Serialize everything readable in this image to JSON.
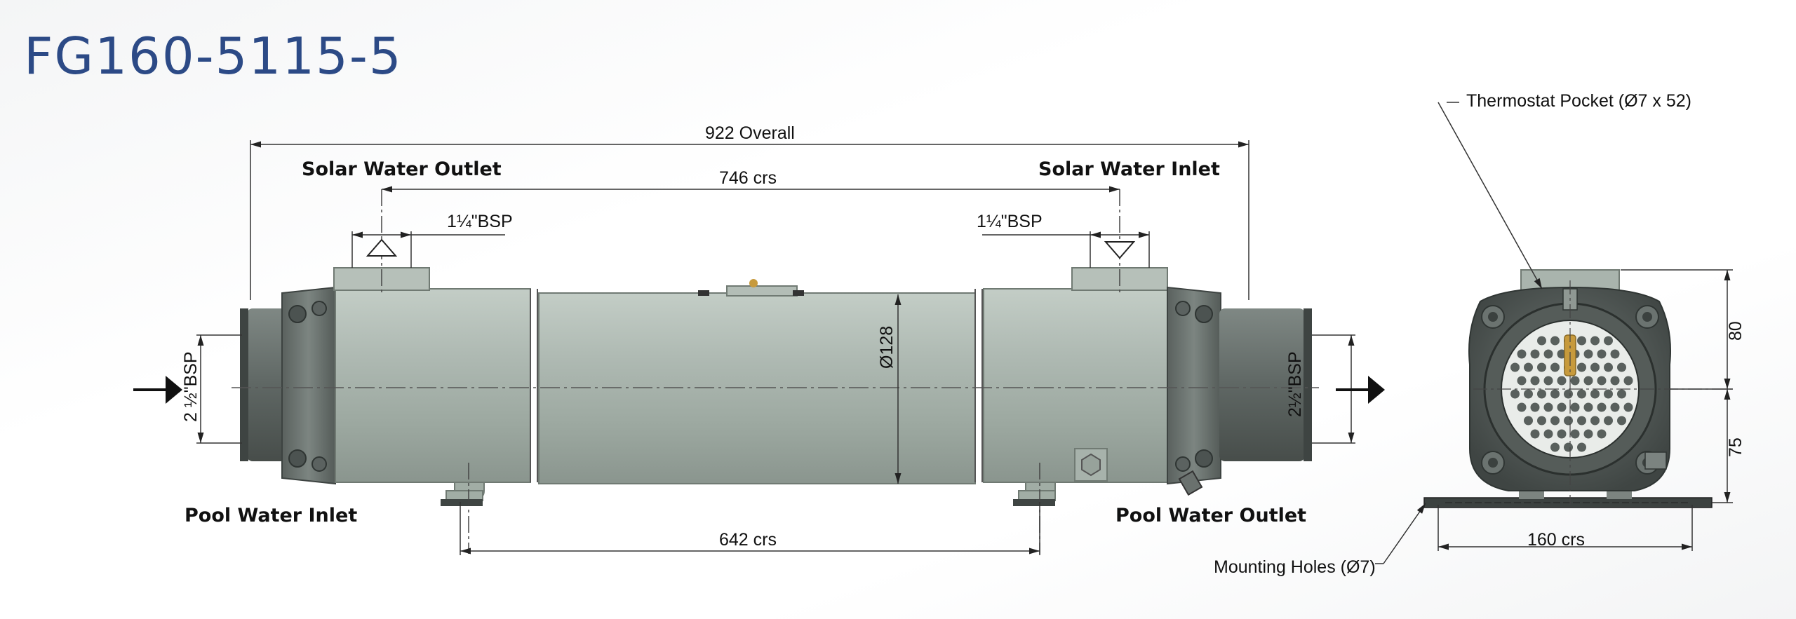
{
  "title": "FG160-5115-5",
  "labels": {
    "solar_outlet": "Solar Water Outlet",
    "solar_inlet": "Solar Water Inlet",
    "pool_inlet": "Pool Water Inlet",
    "pool_outlet": "Pool Water Outlet",
    "thermostat": "Thermostat Pocket (Ø7 x 52)",
    "mounting": "Mounting Holes (Ø7)"
  },
  "dimensions": {
    "overall": "922 Overall",
    "top_crs": "746 crs",
    "bottom_crs": "642 crs",
    "bsp_left_top": "1¼\"BSP",
    "bsp_right_top": "1¼\"BSP",
    "bsp_left_side": "2 ½\"BSP",
    "bsp_right_side": "2½\"BSP",
    "diameter": "Ø128",
    "end_crs": "160 crs",
    "upper_height": "80",
    "lower_height": "75"
  },
  "colors": {
    "title": "#2c4a86",
    "body": "#a9b5ad",
    "body_dark": "#8e9a92",
    "flange": "#6b7370",
    "flange_dark": "#4a504e",
    "brass": "#c79a3c"
  }
}
